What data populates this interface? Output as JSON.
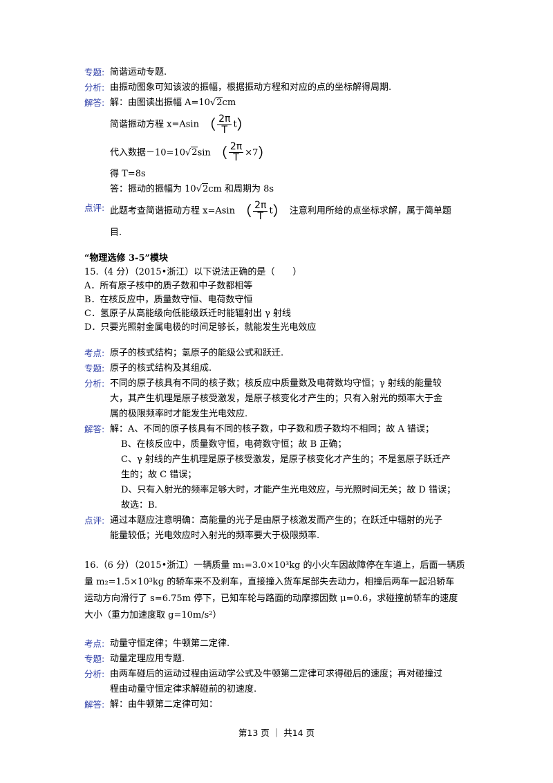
{
  "labels": {
    "kaodian": "考点:",
    "zhuanti": "专题:",
    "fenxi": "分析:",
    "jieda": "解答:",
    "dianping": "点评:"
  },
  "q14": {
    "zhuanti": "简谐运动专题.",
    "fenxi": "由振动图象可知该波的振幅，根据振动方程和对应的点的坐标解得周期.",
    "jie_line1_a": "解：由图读出振幅 A=10",
    "jie_line1_sqrt": "2",
    "jie_line1_b": "cm",
    "jie_line2_a": "简谐振动方程 x=Asin",
    "frac_num": "2π",
    "frac_den": "T",
    "jie_line2_t": "t",
    "jie_line3_a": "代入数据－10=10",
    "jie_line3_sqrt": "2",
    "jie_line3_b": "sin",
    "jie_line3_times": "×7",
    "jie_line4": "得 T=8s",
    "jie_line5_a": "答：振动的振幅为 10",
    "jie_line5_sqrt": "2",
    "jie_line5_b": "cm 和周期为 8s",
    "dianping_a": "此题考查简谐振动方程 x=Asin",
    "dianping_b": "注意利用所给的点坐标求解，属于简单题",
    "dianping_c": "目."
  },
  "section_title": "“物理选修 3-5”模块",
  "q15": {
    "stem": "15.（4 分）（2015•浙江）以下说法正确的是（　　）",
    "options": [
      "A．所有原子核中的质子数和中子数都相等",
      "B．在核反应中，质量数守恒、电荷数守恒",
      "C．氢原子从高能级向低能级跃迁时能辐射出 γ 射线",
      "D．只要光照射金属电极的时间足够长，就能发生光电效应"
    ],
    "kaodian": "原子的核式结构；氢原子的能级公式和跃迁.",
    "zhuanti": "原子的核式结构及其组成.",
    "fenxi_lines": [
      "不同的原子核具有不同的核子数；核反应中质量数及电荷数均守恒；γ 射线的能量较",
      "大，其产生机理是原子核受激发，是原子核变化才产生的；只有入射光的频率大于金",
      "属的极限频率时才能发生光电效应."
    ],
    "jieda_lines": [
      "解：A、不同的原子核具有不同的核子数，中子数和质子数均不相同；故 A 错误；",
      "B、在核反应中，质量数守恒，电荷数守恒；故 B 正确；",
      "C、γ 射线的产生机理是原子核受激发，是原子核变化才产生的；不是氢原子跃迁产",
      "生的；故 C 错误；",
      "D、只有入射光的频率足够大时，才能产生光电效应，与光照时间无关；故 D 错误；",
      "故选：B."
    ],
    "dianping_lines": [
      "通过本题应注意明确：高能量的光子是由原子核激发而产生的；在跃迁中辐射的光子",
      "能量较低；光电效应时入射光的频率要大于极限频率."
    ]
  },
  "q16": {
    "stem_lines": [
      "16.（6 分）（2015•浙江）一辆质量 m₁=3.0×10³kg 的小火车因故障停在车道上，后面一辆质",
      "量 m₂=1.5×10³kg 的轿车来不及刹车，直接撞入货车尾部失去动力，相撞后两车一起沿轿车",
      "运动方向滑行了 s=6.75m 停下，已知车轮与路面的动摩擦因数 μ=0.6，求碰撞前轿车的速度",
      "大小（重力加速度取 g=10m/s²）"
    ],
    "kaodian": "动量守恒定律；牛顿第二定律.",
    "zhuanti": "动量定理应用专题.",
    "fenxi_lines": [
      "由两车碰后的运动过程由运动学公式及牛顿第二定律可求得碰后的速度；再对碰撞过",
      "程由动量守恒定律求解碰前的初速度."
    ],
    "jieda": "解：由牛顿第二定律可知："
  },
  "footer": "第13 页 ｜ 共14 页"
}
